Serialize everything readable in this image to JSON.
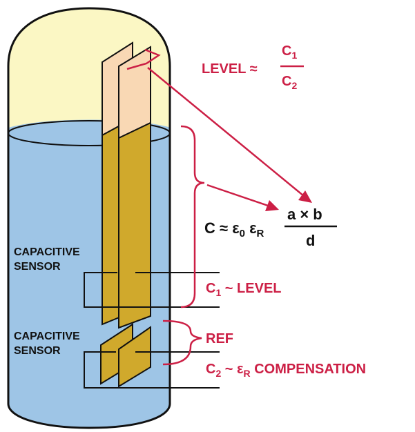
{
  "colors": {
    "tank_outline": "#111111",
    "liquid": "#9ec5e6",
    "headspace": "#fbf7c4",
    "plate_wet": "#d0a92c",
    "plate_dry": "#f9d8b4",
    "accent_red": "#cc1f45"
  },
  "labels": {
    "level_formula": {
      "prefix": "LEVEL ≈",
      "numerator": "C",
      "numerator_sub": "1",
      "denominator": "C",
      "denominator_sub": "2"
    },
    "capacitance_formula": {
      "lhs": "C ≈ ",
      "eps0": "ε",
      "eps0_sub": "0",
      "epsR": " ε",
      "epsR_sub": "R",
      "numerator": "a × b",
      "denominator": "d"
    },
    "sensor_upper": [
      "CAPACITIVE",
      "SENSOR"
    ],
    "sensor_lower": [
      "CAPACITIVE",
      "SENSOR"
    ],
    "c1_level": {
      "pre": "C",
      "sub": "1",
      "post": " ~ LEVEL"
    },
    "ref": "REF",
    "c2_comp": {
      "pre": "C",
      "sub": "2",
      "mid": " ~ ε",
      "sub2": "R",
      "post": " COMPENSATION"
    }
  }
}
